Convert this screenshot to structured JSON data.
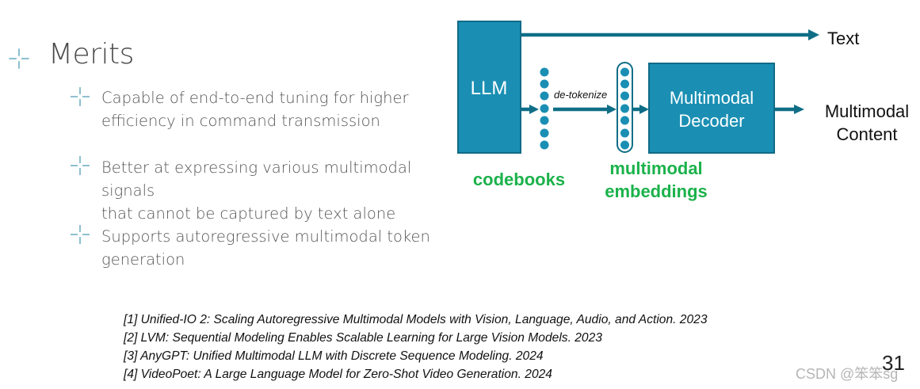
{
  "heading": "Merits",
  "bullets": [
    {
      "line1": "Capable of end-to-end tuning for higher",
      "line2": "efficiency in command transmission"
    },
    {
      "line1": "Better at expressing various multimodal signals",
      "line2": "that cannot be captured by text alone"
    },
    {
      "line1": "Supports autoregressive multimodal token",
      "line2": "generation"
    }
  ],
  "diagram": {
    "llm_label": "LLM",
    "decoder_line1": "Multimodal",
    "decoder_line2": "Decoder",
    "text_output": "Text",
    "content_output_line1": "Multimodal",
    "content_output_line2": "Content",
    "detokenize_label": "de-tokenize",
    "codebooks_label": "codebooks",
    "embeddings_line1": "multimodal",
    "embeddings_line2": "embeddings",
    "colors": {
      "box": "#1a8fb3",
      "box_border": "#106b87",
      "arrow": "#0f6e86",
      "green": "#1bb24b"
    }
  },
  "references": [
    "[1] Unified-IO 2: Scaling Autoregressive Multimodal Models with Vision, Language, Audio, and Action. 2023",
    "[2] LVM: Sequential Modeling Enables Scalable Learning for Large Vision Models. 2023",
    "[3] AnyGPT: Unified Multimodal LLM with Discrete Sequence Modeling. 2024",
    "[4] VideoPoet: A Large Language Model for Zero-Shot Video Generation. 2024"
  ],
  "page_number": "31",
  "watermark": "CSDN @笨笨sg"
}
